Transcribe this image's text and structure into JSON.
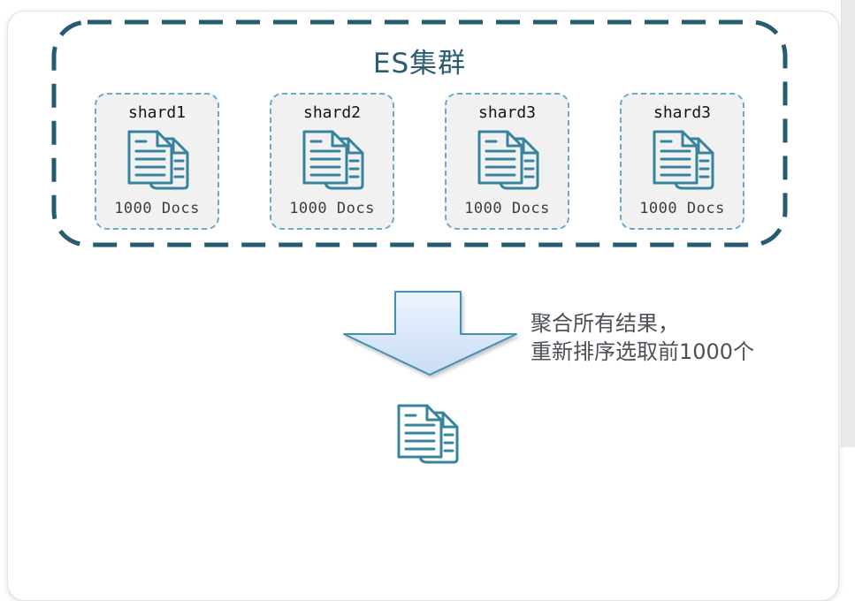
{
  "cluster": {
    "title": "ES集群",
    "shards": [
      {
        "name": "shard1",
        "docs": "1000 Docs"
      },
      {
        "name": "shard2",
        "docs": "1000 Docs"
      },
      {
        "name": "shard3",
        "docs": "1000 Docs"
      },
      {
        "name": "shard3",
        "docs": "1000 Docs"
      }
    ]
  },
  "aggregation": {
    "annotation_line1": "聚合所有结果，",
    "annotation_line2": "重新排序选取前1000个"
  },
  "icons": {
    "shard_icon": "documents-icon",
    "result_icon": "documents-icon",
    "flow_arrow": "down-arrow-icon"
  },
  "colors": {
    "cluster_border": "#265c6f",
    "cluster_title": "#2b5d70",
    "shard_border": "#66aacd",
    "shard_background": "#f1f1f1",
    "document_icon_stroke": "#37839f",
    "arrow_fill_top": "#ecf3fc",
    "arrow_fill_bottom": "#c9ddf6",
    "arrow_stroke": "#4490ad",
    "annotation_text": "#4b5156"
  }
}
